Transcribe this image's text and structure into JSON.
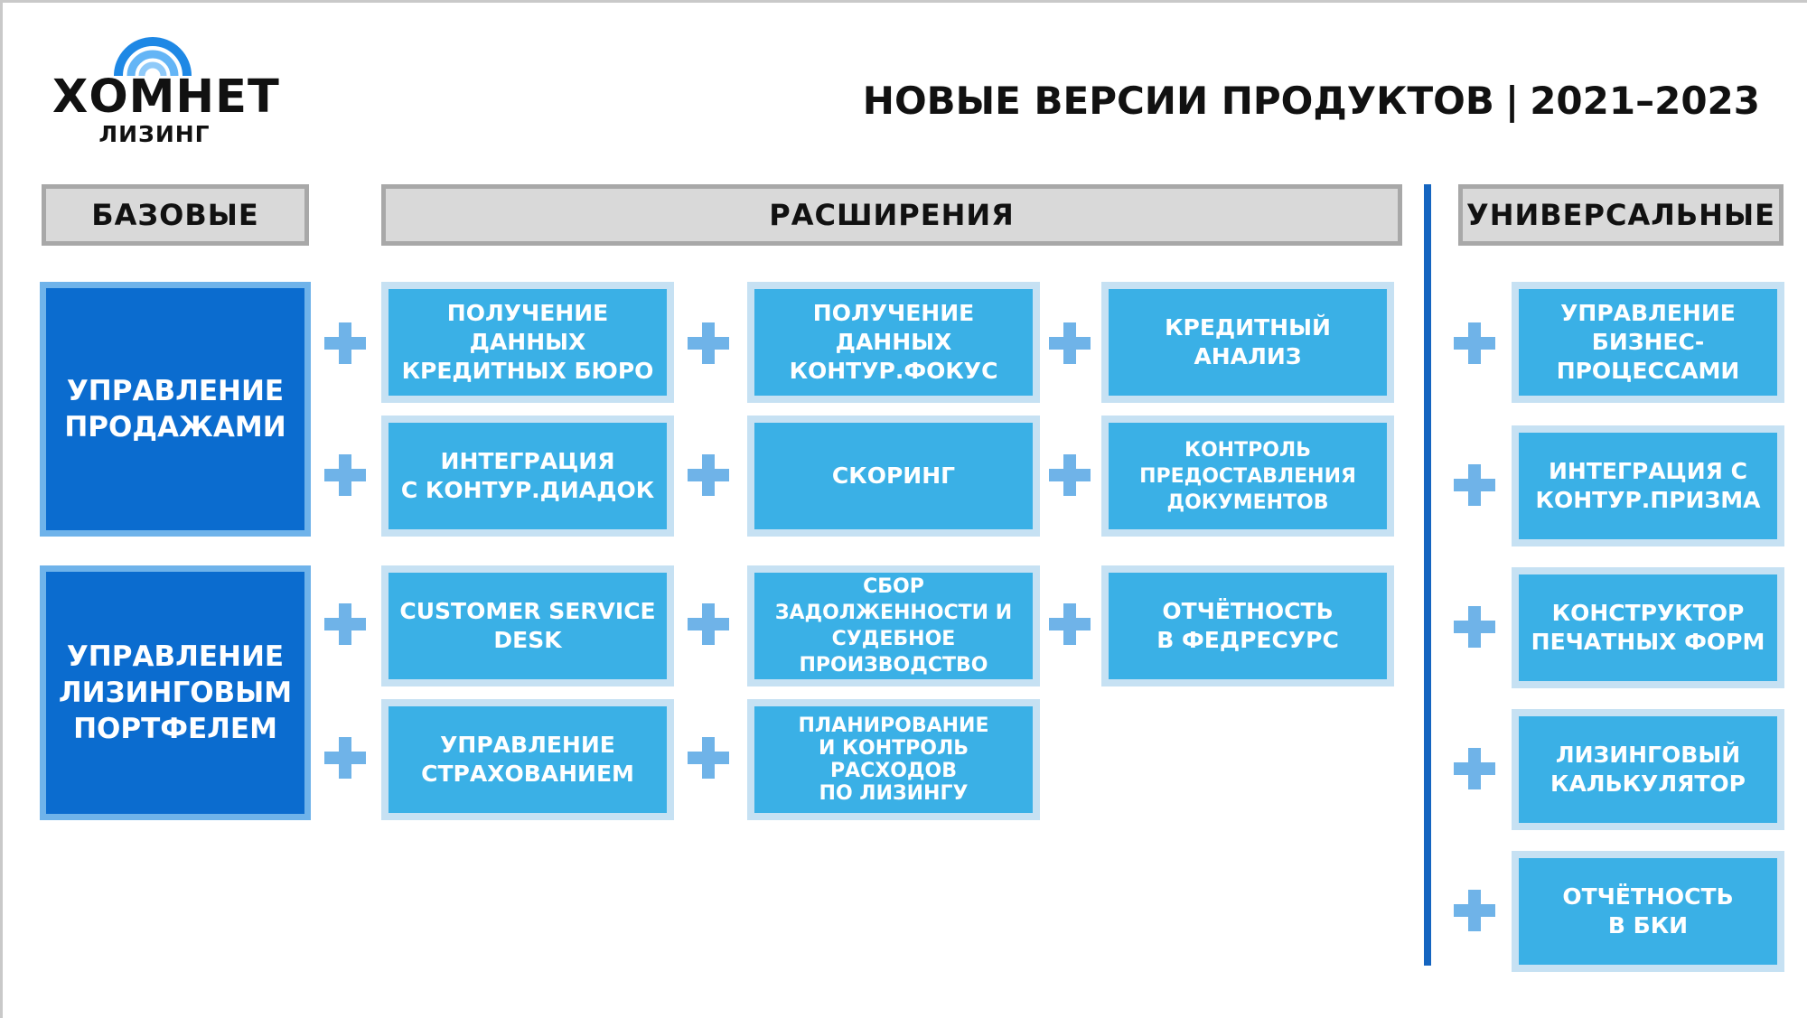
{
  "logo": {
    "name": "ХОМНЕТ",
    "subtitle": "ЛИЗИНГ"
  },
  "title": {
    "left": "НОВЫЕ ВЕРСИИ ПРОДУКТОВ",
    "separator": "|",
    "years": "2021–2023"
  },
  "headers": {
    "base": "БАЗОВЫЕ",
    "extensions": "РАСШИРЕНИЯ",
    "universal": "УНИВЕРСАЛЬНЫЕ"
  },
  "base": [
    "УПРАВЛЕНИЕ\nПРОДАЖАМИ",
    "УПРАВЛЕНИЕ\nЛИЗИНГОВЫМ\nПОРТФЕЛЕМ"
  ],
  "extensions": {
    "row1": [
      "ПОЛУЧЕНИЕ\nДАННЫХ\nКРЕДИТНЫХ БЮРО",
      "ПОЛУЧЕНИЕ\nДАННЫХ\nКОНТУР.ФОКУС",
      "КРЕДИТНЫЙ\nАНАЛИЗ"
    ],
    "row2": [
      "ИНТЕГРАЦИЯ\nС КОНТУР.ДИАДОК",
      "СКОРИНГ",
      "КОНТРОЛЬ\nПРЕДОСТАВЛЕНИЯ\nДОКУМЕНТОВ"
    ],
    "row3": [
      "CUSTOMER SERVICE\nDESK",
      "СБОР\nЗАДОЛЖЕННОСТИ И\nСУДЕБНОЕ\nПРОИЗВОДСТВО",
      "ОТЧЁТНОСТЬ\nВ ФЕДРЕСУРС"
    ],
    "row4": [
      "УПРАВЛЕНИЕ\nСТРАХОВАНИЕМ",
      "ПЛАНИРОВАНИЕ\nИ КОНТРОЛЬ\nРАСХОДОВ\nПО ЛИЗИНГУ"
    ]
  },
  "universal": [
    "УПРАВЛЕНИЕ\nБИЗНЕС-\nПРОЦЕССАМИ",
    "ИНТЕГРАЦИЯ С\nКОНТУР.ПРИЗМА",
    "КОНСТРУКТОР\nПЕЧАТНЫХ ФОРМ",
    "ЛИЗИНГОВЫЙ\nКАЛЬКУЛЯТОР",
    "ОТЧЁТНОСТЬ\nВ БКИ"
  ],
  "colors": {
    "base": "#0b6ccf",
    "extension": "#3ab0e6",
    "plus": "#6fb3e8",
    "divider": "#1565c0",
    "header": "#d9d9d9"
  }
}
